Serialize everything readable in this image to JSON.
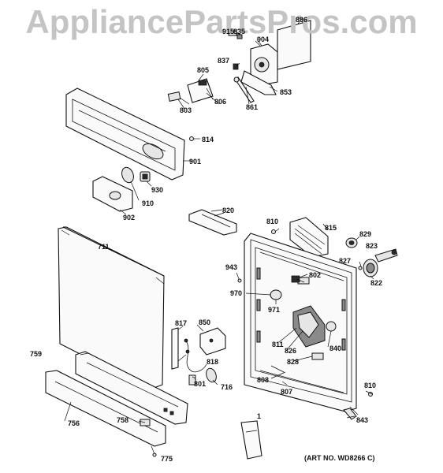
{
  "watermark": "AppliancePartsPros.com",
  "art_number": "(ART NO. WD8266 C)",
  "parts": {
    "p896": "896",
    "p915": "915",
    "p835": "835",
    "p904": "904",
    "p837": "837",
    "p805": "805",
    "p853": "853",
    "p861": "861",
    "p806": "806",
    "p803": "803",
    "p814": "814",
    "p901": "901",
    "p930": "930",
    "p910": "910",
    "p902": "902",
    "p820": "820",
    "p810a": "810",
    "p815": "815",
    "p829": "829",
    "p823": "823",
    "p711": "711",
    "p827": "827",
    "p943": "943",
    "p802": "802",
    "p822": "822",
    "p970": "970",
    "p971": "971",
    "p817": "817",
    "p850": "850",
    "p811": "811",
    "p826": "826",
    "p840": "840",
    "p759": "759",
    "p818": "818",
    "p828": "828",
    "p808": "808",
    "p801": "801",
    "p716": "716",
    "p807": "807",
    "p810b": "810",
    "p756": "756",
    "p758": "758",
    "p843": "843",
    "p1": "1",
    "p775": "775"
  }
}
